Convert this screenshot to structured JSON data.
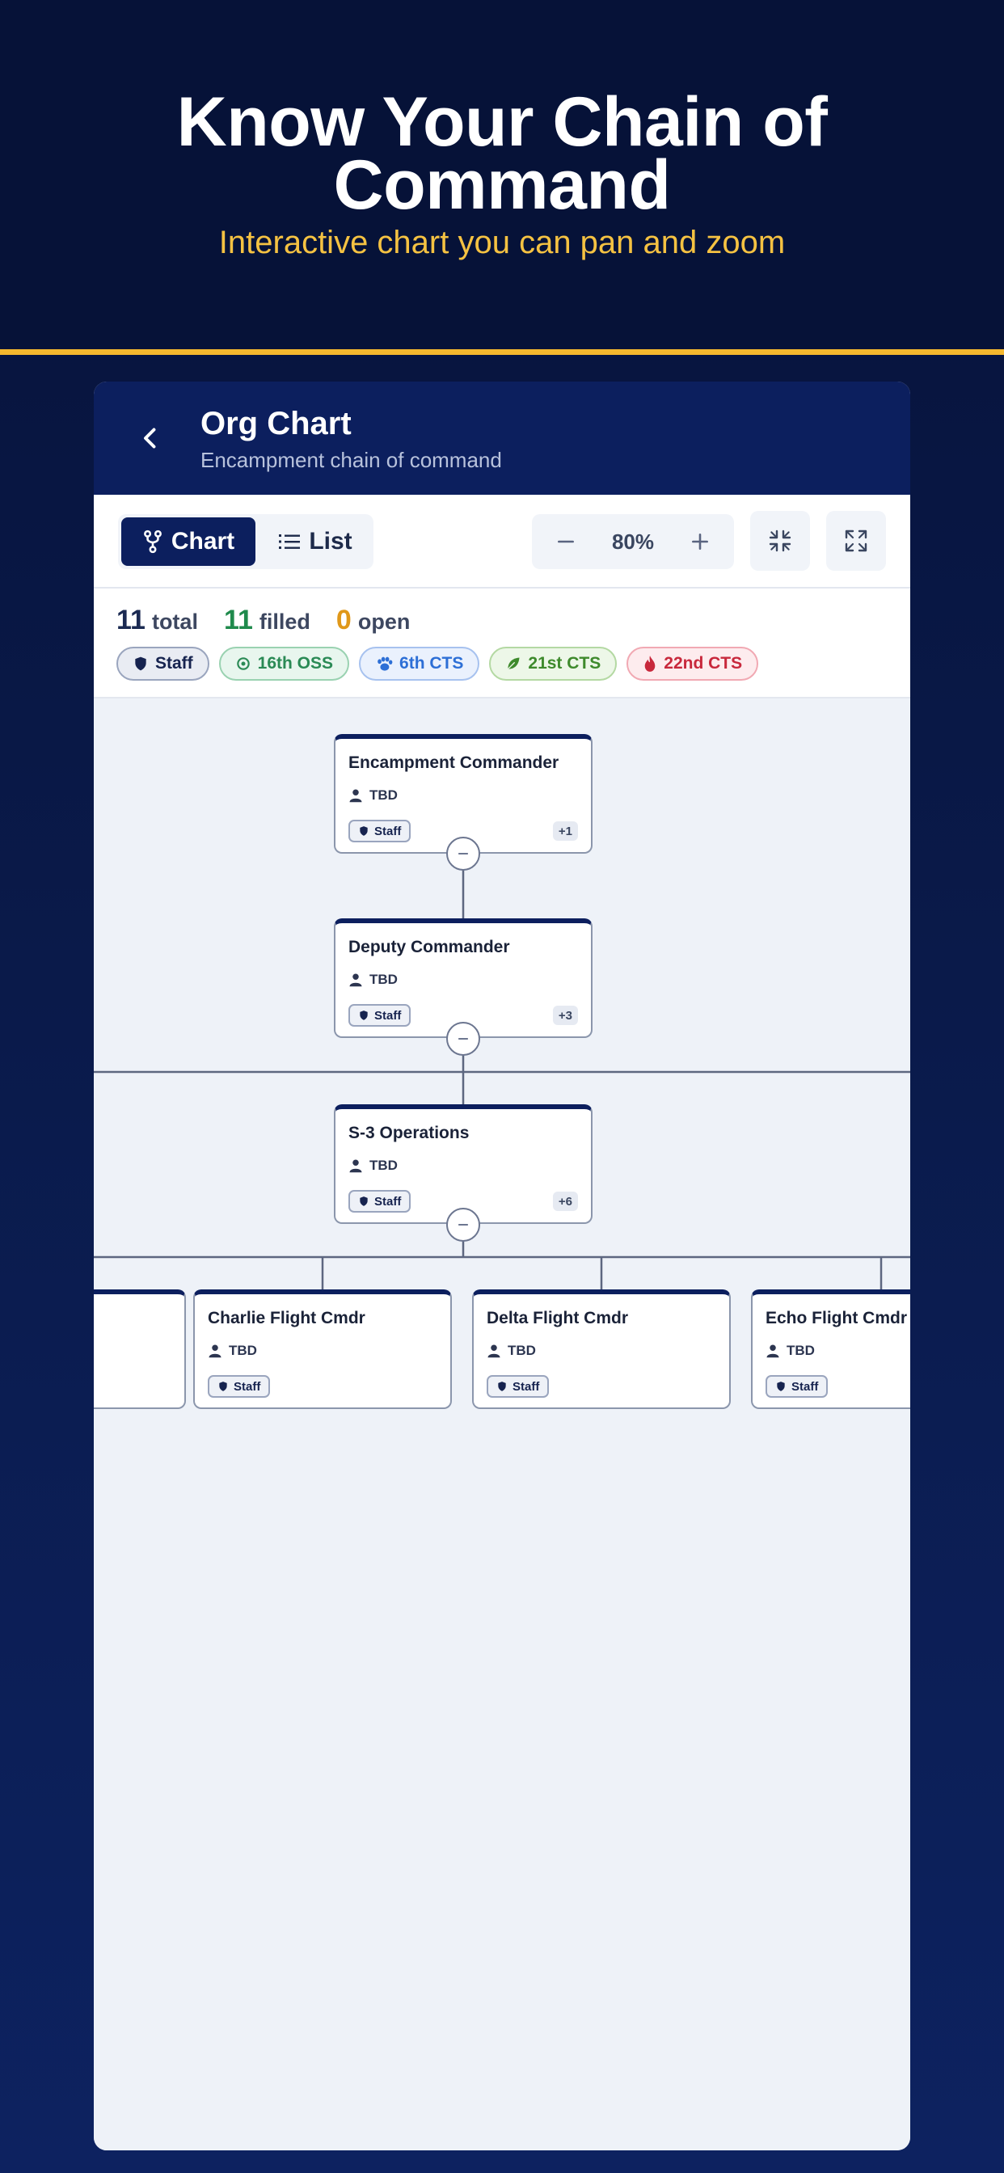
{
  "hero": {
    "title_line1": "Know Your Chain of",
    "title_line2": "Command",
    "subtitle": "Interactive chart you can pan and zoom"
  },
  "header": {
    "title": "Org Chart",
    "subtitle": "Encampment chain of command"
  },
  "toolbar": {
    "chart_label": "Chart",
    "list_label": "List",
    "zoom_level": "80%"
  },
  "stats": {
    "total_count": "11",
    "total_label": "total",
    "filled_count": "11",
    "filled_label": "filled",
    "open_count": "0",
    "open_label": "open"
  },
  "filters": [
    {
      "label": "Staff"
    },
    {
      "label": "16th OSS"
    },
    {
      "label": "6th CTS"
    },
    {
      "label": "21st CTS"
    },
    {
      "label": "22nd CTS"
    }
  ],
  "nodes": {
    "commander": {
      "title": "Encampment Commander",
      "holder": "TBD",
      "tag": "Staff",
      "more": "+1"
    },
    "deputy": {
      "title": "Deputy Commander",
      "holder": "TBD",
      "tag": "Staff",
      "more": "+3"
    },
    "ops": {
      "title": "S-3 Operations",
      "holder": "TBD",
      "tag": "Staff",
      "more": "+6"
    },
    "charlie": {
      "title": "Charlie Flight Cmdr",
      "holder": "TBD",
      "tag": "Staff"
    },
    "delta": {
      "title": "Delta Flight Cmdr",
      "holder": "TBD",
      "tag": "Staff"
    },
    "echo": {
      "title": "Echo Flight Cmdr",
      "holder": "TBD",
      "tag": "Staff"
    }
  },
  "colors": {
    "navy": "#0c1f5e",
    "gold": "#f5b82e",
    "filled": "#1f8a4c",
    "open": "#e0981a"
  }
}
